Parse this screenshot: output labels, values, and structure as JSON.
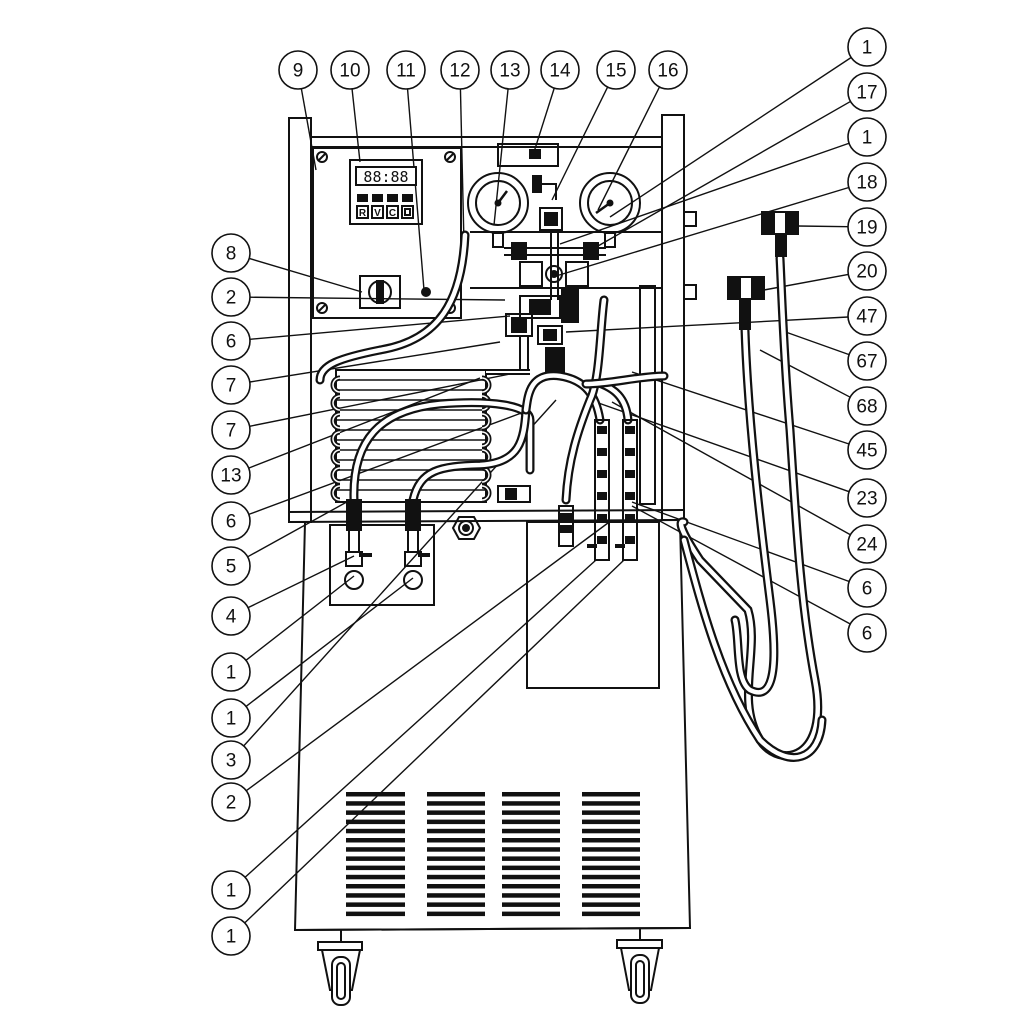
{
  "diagram": {
    "display_reading": "88:88",
    "control_buttons": [
      "R",
      "V",
      "C",
      ""
    ],
    "callouts_left": [
      "8",
      "2",
      "6",
      "7",
      "7",
      "13",
      "6",
      "5",
      "4",
      "1",
      "1",
      "3",
      "2",
      "1",
      "1"
    ],
    "callouts_top": [
      "9",
      "10",
      "11",
      "12",
      "13",
      "14",
      "15",
      "16"
    ],
    "callouts_right": [
      "1",
      "17",
      "1",
      "18",
      "19",
      "20",
      "47",
      "67",
      "68",
      "45",
      "23",
      "24",
      "6",
      "6"
    ]
  }
}
